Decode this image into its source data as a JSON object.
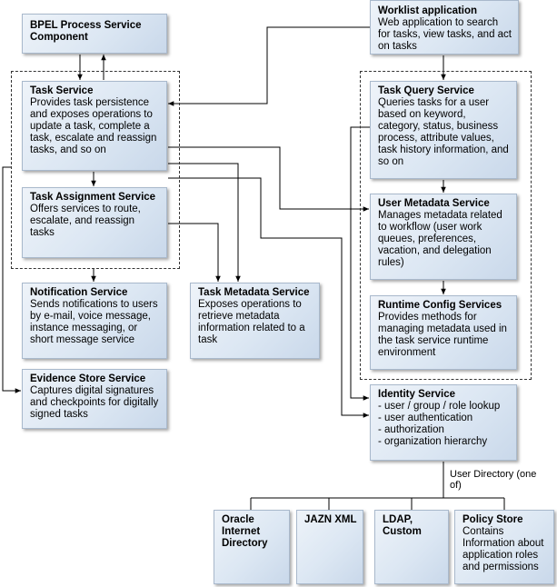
{
  "nodes": {
    "bpel": {
      "title": "BPEL Process Service Component",
      "body": ""
    },
    "worklist": {
      "title": "Worklist application",
      "body": "Web application to search for tasks, view tasks, and act on tasks"
    },
    "task_service": {
      "title": "Task Service",
      "body": "Provides task persistence and exposes operations to update a task, complete a task, escalate and reassign tasks, and so on"
    },
    "task_assignment": {
      "title": "Task Assignment Service",
      "body": "Offers services to route, escalate, and reassign tasks"
    },
    "task_query": {
      "title": "Task Query Service",
      "body": "Queries tasks for a user based on keyword, category, status, business process, attribute values, task history information, and so on"
    },
    "user_metadata": {
      "title": "User Metadata Service",
      "body": "Manages metadata related to workflow (user work queues, preferences, vacation, and delegation rules)"
    },
    "runtime_config": {
      "title": "Runtime Config Services",
      "body": "Provides methods for managing metadata used in the task service runtime environment"
    },
    "notification": {
      "title": "Notification Service",
      "body": "Sends notifications to users by e-mail, voice message, instance messaging, or short message service"
    },
    "task_metadata": {
      "title": "Task Metadata Service",
      "body": "Exposes operations to retrieve metadata information related to a task"
    },
    "evidence_store": {
      "title": "Evidence Store Service",
      "body": "Captures digital signatures and checkpoints for digitally signed tasks"
    },
    "identity": {
      "title": "Identity Service",
      "items": [
        "- user / group / role lookup",
        "- user authentication",
        "- authorization",
        "- organization hierarchy"
      ]
    },
    "oid": {
      "title": "Oracle Internet Directory",
      "body": ""
    },
    "jazn": {
      "title": "JAZN XML",
      "body": ""
    },
    "ldap": {
      "title": "LDAP, Custom",
      "body": ""
    },
    "policy": {
      "title": "Policy Store",
      "body": "Contains Information about application roles and permissions"
    }
  },
  "labels": {
    "user_directory": "User Directory (one of)"
  }
}
